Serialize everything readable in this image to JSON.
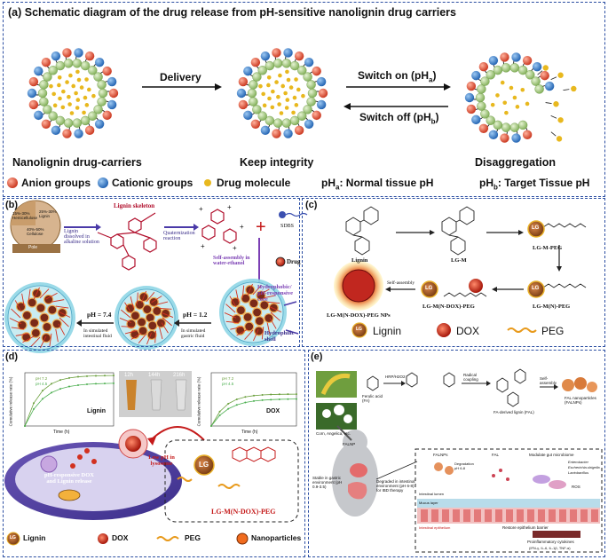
{
  "panel_a": {
    "title": "(a) Schematic diagram of the drug release from pH-sensitive nanolignin drug carriers",
    "delivery": "Delivery",
    "switch_on": "Switch on (pHa)",
    "switch_off": "Switch off (pHb)",
    "label_1": "Nanolignin drug-carriers",
    "label_2": "Keep integrity",
    "label_3": "Disaggregation",
    "legend_anion": "Anion groups",
    "legend_cation": "Cationic groups",
    "legend_drug": "Drug molecule",
    "legend_pha": "pHa: Normal tissue pH",
    "legend_phb": "pHb: Target Tissue pH",
    "colors": {
      "anion": "#e2452c",
      "cation": "#2e7fd0",
      "drug": "#e8b81e",
      "shell": "#a9d08a"
    }
  },
  "panel_b": {
    "label": "(b)",
    "wood_1": "15%-30% Hemicellulose",
    "wood_2": "25%-30% Lignin",
    "wood_3": "40%-50% Cellulose",
    "wood_4": "Pole",
    "lignin_skeleton": "Lignin skeleton",
    "dissolved": "Lignin dissolved in alkaline solution",
    "quaternization": "Quaternization reaction",
    "sdbs": "SDBS",
    "drug": "Drug",
    "self_assembly": "Self-assembly in water-ethanol",
    "hydrophobic": "Hydrophobic/ pH-responsive core",
    "hydrophilic": "Hydrophilic shell",
    "ph1": "pH = 7.4",
    "ph1_sub": "In simulated intestinal fluid",
    "ph2": "pH = 1.2",
    "ph2_sub": "In simulated gastric fluid"
  },
  "panel_c": {
    "label": "(c)",
    "lignin": "Lignin",
    "lgm": "LG-M",
    "lgmpeg": "LG-M-PEG",
    "lgmnpeg": "LG-M(N)-PEG",
    "lgmndoxpeg": "LG-M(N-DOX)-PEG",
    "nps": "LG-M(N-DOX)-PEG NPs",
    "self_assembly": "Self-assembly",
    "legend_lignin": "Lignin",
    "legend_dox": "DOX",
    "legend_peg": "PEG"
  },
  "panel_d": {
    "label": "(d)",
    "chart1_title": "Lignin",
    "chart2_title": "DOX",
    "ylabel": "Cumulative release rate (%)",
    "xlabel": "Time (h)",
    "ph72": "pH 7.2",
    "ph45": "pH 4.5",
    "photo_12h": "12h",
    "photo_144h": "144h",
    "photo_216h": "216h",
    "ph_responsive": "pH-responsive DOX and Lignin release",
    "low_ph": "Low pH in lysosome",
    "lgmndoxpeg": "LG-M(N-DOX)-PEG",
    "lg": "LG",
    "legend_lignin": "Lignin",
    "legend_dox": "DOX",
    "legend_peg": "PEG",
    "legend_np": "Nanoparticles"
  },
  "panel_e": {
    "label": "(e)",
    "ferulic": "Ferulic acid (FA)",
    "sources": "Corn, Angelica, etc.",
    "hrp": "HRP/H2O2",
    "radical": "Radical coupling",
    "fal": "FA-derived lignin (FAL)",
    "self_assembly": "Self-assembly",
    "falnps": "FAL nanoparticles (FALNPs)",
    "falnp": "FALNP",
    "stable": "Stable in gastric environment (pH 0.9-3.5)",
    "degraded": "Degraded in intestinal environment (pH 6-8) for IBD therapy",
    "box_falnps": "FALNPs",
    "box_fal": "FAL",
    "box_degradation": "Degradation pH 6-8",
    "modulate": "Modulate gut microbiome",
    "enterobacter": "Enterobacter",
    "escherichia": "Escherichia-shigella",
    "lactobacillus": "Lactobacillus",
    "ros": "ROS",
    "lumen": "Intestinal lumen",
    "mucus": "Mucus layer",
    "epithelium": "Intestinal epithelium",
    "restore": "Restore epithelium barrier",
    "cytokines": "Proinflammatory cytokines",
    "cytokine_list": "(IFN-γ, IL-6, IL-1β, TNF-α)"
  }
}
